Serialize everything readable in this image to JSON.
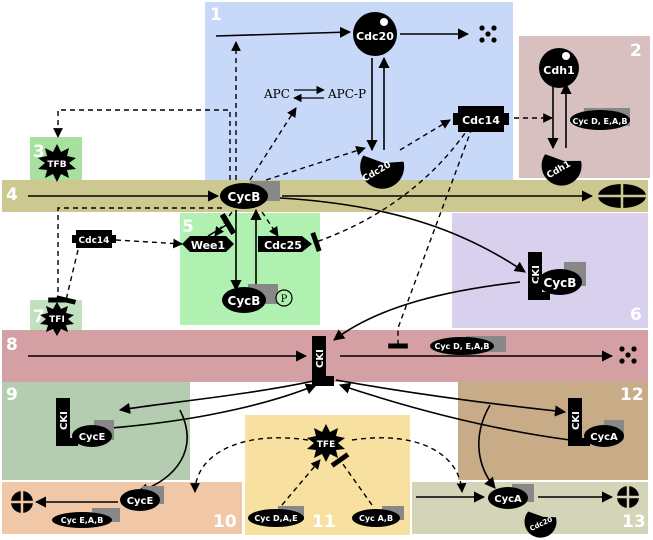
{
  "molecules": {
    "cdc20": "Cdc20",
    "apc": "APC",
    "apc_p": "APC-P",
    "cdh1": "Cdh1",
    "cdh1_inactive": "Cdh1",
    "cdc20_inactive": "Cdc20",
    "cdc14_top": "Cdc14",
    "cdc14_left": "Cdc14",
    "cyc_dab_2": "Cyc D, E,A,B",
    "cycb_main": "CycB",
    "tfb": "TFB",
    "wee1": "Wee1",
    "cdc25": "Cdc25",
    "cycb_p": "CycB",
    "phospho": "P",
    "cki_6": "CKI",
    "cycb_6": "CycB",
    "tfi": "TFI",
    "cki_8": "CKI",
    "cyc_dab_8": "Cyc D, E,A,B",
    "cki_9": "CKI",
    "cyce_9": "CycE",
    "cyce_10": "CycE",
    "cyc_eab_10": "Cyc E,A,B",
    "tfe": "TFE",
    "cyc_dae_11": "Cyc D,A,E",
    "cyc_ab_11": "Cyc A,B",
    "cki_12": "CKI",
    "cyca_12": "CycA",
    "cyca_13": "CycA",
    "cdc20_13": "Cdc20"
  },
  "module_numbers": {
    "m1": "1",
    "m2": "2",
    "m3": "3",
    "m4": "4",
    "m5": "5",
    "m6": "6",
    "m7": "7",
    "m8": "8",
    "m9": "9",
    "m10": "10",
    "m11": "11",
    "m12": "12",
    "m13": "13"
  },
  "colors": {
    "module_1": "#c8d8f8",
    "module_2": "#d8c0c0",
    "module_3": "#a8e0a0",
    "module_4": "#cdc890",
    "module_5": "#b0f0b0",
    "module_6": "#d8d0ec",
    "module_7": "#c0e0c0",
    "module_8": "#d4a0a4",
    "module_9": "#b4ccb0",
    "module_10": "#f0c8a8",
    "module_11": "#f8e0a0",
    "module_12": "#c8ac88",
    "module_13": "#d4d4b8",
    "molecule": "#000000",
    "cyclin_box": "#888888"
  }
}
